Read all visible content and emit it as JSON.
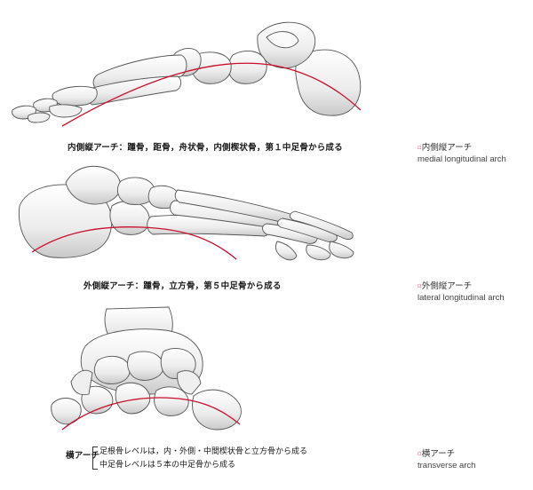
{
  "colors": {
    "arch_line": "#c8102e",
    "bone_fill": "#f4f4f4",
    "bone_stroke": "#555555",
    "shade": "#bdbdbd"
  },
  "medial": {
    "caption": "内側縦アーチ：踵骨，距骨，舟状骨，内側楔状骨，第１中足骨から成る",
    "label_ja": "内側縦アーチ",
    "label_en": "medial longitudinal arch"
  },
  "lateral": {
    "caption": "外側縦アーチ：踵骨，立方骨，第５中足骨から成る",
    "label_ja": "外側縦アーチ",
    "label_en": "lateral longitudinal arch"
  },
  "transverse": {
    "caption_head": "横アーチ",
    "line1": "足根骨レベルは，内・外側・中間楔状骨と立方骨から成る",
    "line2": "中足骨レベルは５本の中足骨から成る",
    "label_ja": "横アーチ",
    "label_en": "transverse arch"
  }
}
